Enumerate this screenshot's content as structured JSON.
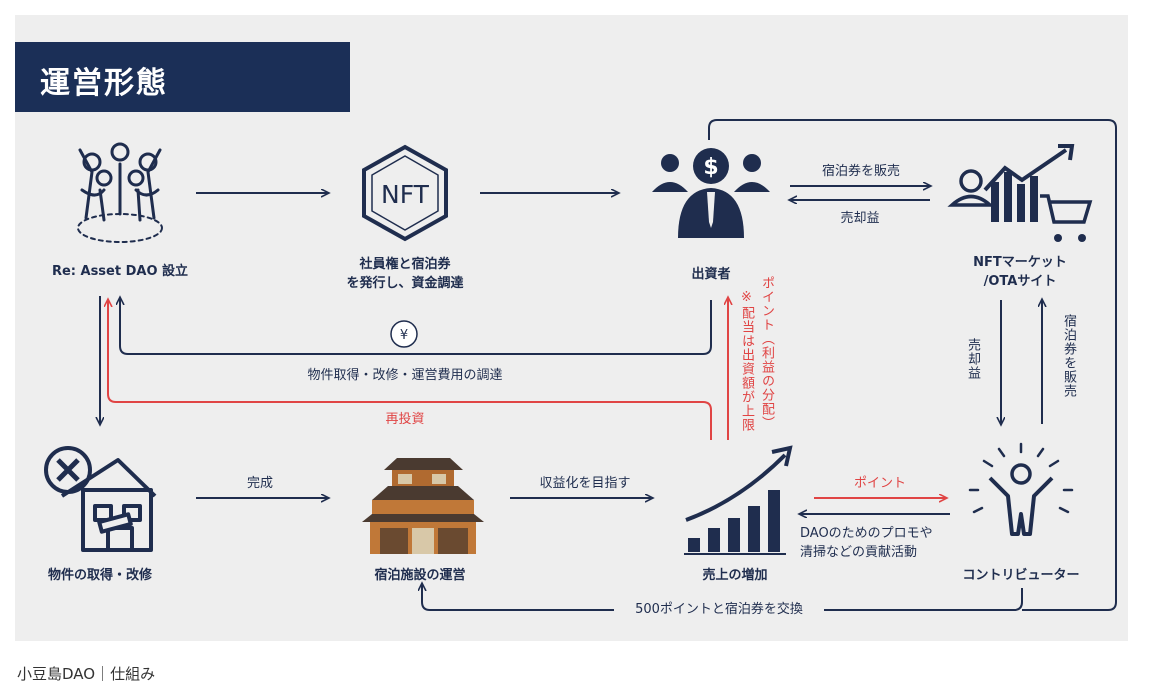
{
  "title": "運営形態",
  "nodes": {
    "dao": "Re: Asset DAO 設立",
    "nft": "社員権と宿泊券\nを発行し、資金調達",
    "investor": "出資者",
    "market": "NFTマーケット\n/OTAサイト",
    "property": "物件の取得・改修",
    "facility": "宿泊施設の運営",
    "sales": "売上の増加",
    "contributor": "コントリビューター"
  },
  "icons": {
    "nft_badge": "NFT",
    "yen": "¥",
    "dollar": "$"
  },
  "edges": {
    "sell_tickets": "宿泊券を販売",
    "sale_profit": "売却益",
    "funding": "物件取得・改修・運営費用の調達",
    "reinvest": "再投資",
    "points_dividend": "ポイント（利益の分配）",
    "dividend_note": "※配当は出資額が上限",
    "sale_profit_vertical": "売却益",
    "sell_tickets_vertical": "宿泊券を販売",
    "completed": "完成",
    "aim_profit": "収益化を目指す",
    "points": "ポイント",
    "contribution": "DAOのためのプロモや\n清掃などの貢献活動",
    "exchange": "500ポイントと宿泊券を交換"
  },
  "caption": "小豆島DAO｜仕組み",
  "colors": {
    "navy": "#1b2f57",
    "red": "#e04444",
    "panel": "#eeeeee"
  }
}
